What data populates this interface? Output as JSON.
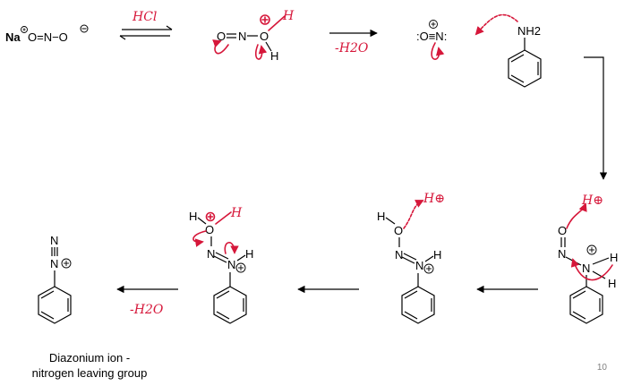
{
  "reagents": {
    "step1": "HCl",
    "step2": "-H2O",
    "step5": "-H2O"
  },
  "species": {
    "nitrite": {
      "cation": "Na",
      "formula_left": "O=N−O"
    },
    "nitrous_acid": {
      "o": "O",
      "n": "N",
      "o2": "O",
      "h": "H",
      "h_red": "H"
    },
    "nitrosonium": {
      "text": ":O≡N:"
    },
    "aniline": {
      "nh2": "NH2"
    },
    "nitrosamine": {
      "o": "O",
      "n": "N",
      "n2": "N",
      "h1": "H",
      "h2": "H"
    },
    "diazohydroxide": {
      "h": "H",
      "o": "O",
      "n1": "N",
      "n2": "N",
      "h2": "H"
    },
    "protonated": {
      "h": "H",
      "o": "O",
      "h_red": "H",
      "n1": "N",
      "n2": "N",
      "h2": "H"
    },
    "diazonium": {
      "n1": "N",
      "n2": "N"
    }
  },
  "red_labels": {
    "h_plus_1": "H⊕",
    "h_plus_2": "H⊕"
  },
  "caption": {
    "line1": "Diazonium ion -",
    "line2": "nitrogen leaving group"
  },
  "page_number": "10"
}
